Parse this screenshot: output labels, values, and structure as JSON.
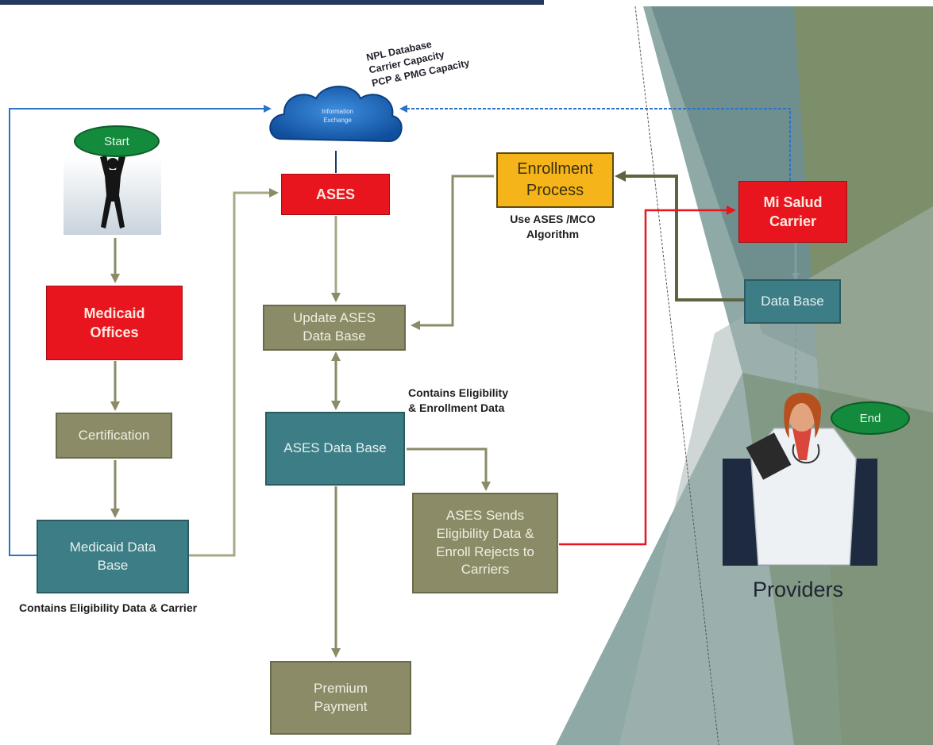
{
  "nodes": {
    "start": "Start",
    "end": "End",
    "medicaid_offices": "Medicaid\nOffices",
    "certification": "Certification",
    "medicaid_data_base": "Medicaid Data\nBase",
    "ases": "ASES",
    "update_ases_data_base": "Update ASES\nData Base",
    "ases_data_base": "ASES Data Base",
    "premium_payment": "Premium\nPayment",
    "ases_sends": "ASES Sends\nEligibility Data &\nEnroll Rejects to\nCarriers",
    "enrollment_process": "Enrollment\nProcess",
    "mi_salud_carrier": "Mi Salud\nCarrier",
    "data_base": "Data Base",
    "information_exchange": "Information\nExchange"
  },
  "notes": {
    "cloud_list": "NPL Database\nCarrier Capacity\nPCP & PMG Capacity",
    "algorithm": "Use ASES /MCO\nAlgorithm",
    "contains_eligibility_enrollment": "Contains Eligibility\n& Enrollment Data",
    "contains_eligibility_carrier": "Contains  Eligibility Data & Carrier"
  },
  "labels": {
    "providers": "Providers"
  },
  "colors": {
    "red_box": "#e8151e",
    "olive_box": "#8b8b67",
    "teal_box": "#3d7e86",
    "gold_box": "#f5b51a",
    "green_oval": "#138a3c",
    "blue_line": "#2a74c8",
    "red_line": "#e8151e"
  }
}
